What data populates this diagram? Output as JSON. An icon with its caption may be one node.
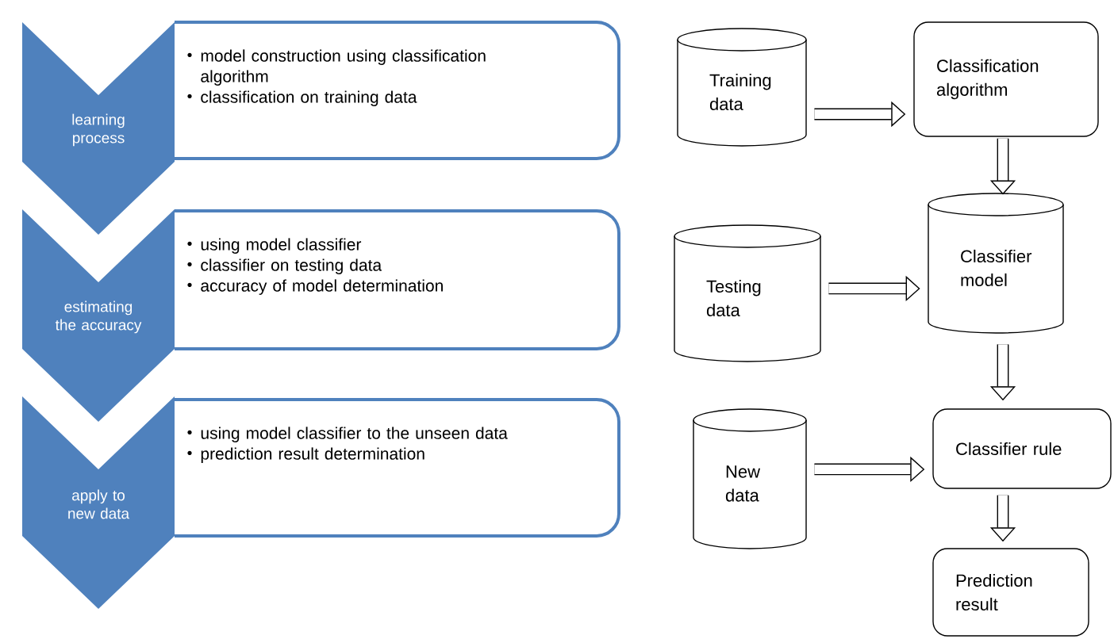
{
  "diagram": {
    "nodes": [
      {
        "text": [
          "learning process"
        ]
      },
      {
        "text": [
          "model construction using classification algorithm",
          "classification on training data"
        ]
      },
      {
        "text": [
          "estimating the accuracy"
        ]
      },
      {
        "text": [
          "using model classifier",
          "classifier on testing data",
          "accuracy of model determination"
        ]
      },
      {
        "text": [
          "apply to new data"
        ]
      },
      {
        "text": [
          "using model classifier to the unseen data",
          "prediction result determination"
        ]
      },
      {
        "text": [
          "Training data"
        ]
      },
      {
        "text": [
          "Classification algorithm"
        ]
      },
      {
        "text": [
          "Testing data"
        ]
      },
      {
        "text": [
          "Classifier model"
        ]
      },
      {
        "text": [
          "New data"
        ]
      },
      {
        "text": [
          "Classifier rule"
        ]
      },
      {
        "text": [
          "Prediction result"
        ]
      }
    ],
    "edges": [
      {
        "from": 6,
        "to": 7,
        "arrow": "to"
      },
      {
        "from": 7,
        "to": 9,
        "arrow": "to"
      },
      {
        "from": 8,
        "to": 9,
        "arrow": "to"
      },
      {
        "from": 9,
        "to": 11,
        "arrow": "to"
      },
      {
        "from": 10,
        "to": 11,
        "arrow": "to"
      },
      {
        "from": 11,
        "to": 12,
        "arrow": "to"
      }
    ]
  }
}
